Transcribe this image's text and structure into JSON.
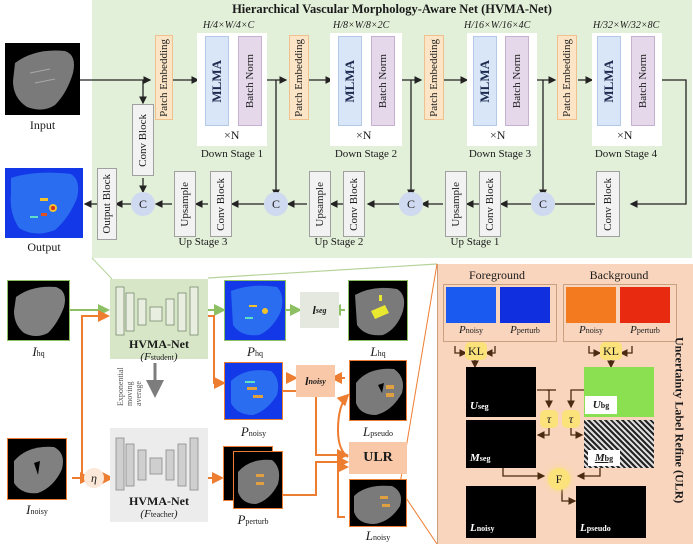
{
  "hvma": {
    "title": "Hierarchical Vascular Morphology-Aware Net (HVMA-Net)",
    "input_label": "Input",
    "output_label": "Output",
    "down_stages": [
      {
        "dims": "H/4×W/4×C",
        "label": "Down Stage 1"
      },
      {
        "dims": "H/8×W/8×2C",
        "label": "Down Stage 2"
      },
      {
        "dims": "H/16×W/16×4C",
        "label": "Down Stage 3"
      },
      {
        "dims": "H/32×W/32×8C",
        "label": "Down Stage 4"
      }
    ],
    "up_stages": [
      "Up Stage 3",
      "Up Stage 2",
      "Up Stage 1"
    ],
    "blocks": {
      "patch_embedding": "Patch Embedding",
      "mlma": "MLMA",
      "batch_norm": "Batch Norm",
      "conv_block": "Conv Block",
      "upsample": "Upsample",
      "output_block": "Output Block",
      "concat": "C",
      "repeat": "×N"
    }
  },
  "pipeline": {
    "i_hq": {
      "main": "I",
      "sub": "hq"
    },
    "i_noisy": {
      "main": "I",
      "sub": "noisy"
    },
    "eta": "η",
    "student": {
      "name": "HVMA-Net",
      "fn_main": "(F",
      "fn_sub": "student",
      "fn_close": ")"
    },
    "teacher": {
      "name": "HVMA-Net",
      "fn_main": "(F",
      "fn_sub": "teacher",
      "fn_close": ")"
    },
    "ema_label": [
      "Exponential",
      "moving",
      "average"
    ],
    "p_hq": {
      "main": "P",
      "sub": "hq"
    },
    "p_noisy": {
      "main": "P",
      "sub": "noisy"
    },
    "p_perturb": {
      "main": "P",
      "sub": "perturb"
    },
    "l_hq": {
      "main": "L",
      "sub": "hq"
    },
    "l_pseudo": {
      "main": "L",
      "sub": "pseudo"
    },
    "l_noisy": {
      "main": "L",
      "sub": "noisy"
    },
    "loss_seg": {
      "main": "l",
      "sub": "seg"
    },
    "loss_noisy": {
      "main": "l",
      "sub": "noisy"
    },
    "ulr": "ULR"
  },
  "ulr": {
    "title": "Uncertainty Label Refine (ULR)",
    "foreground": "Foreground",
    "background": "Background",
    "p_noisy": {
      "main": "P",
      "sub": "noisy"
    },
    "p_perturb": {
      "main": "P",
      "sub": "perturb"
    },
    "kl": "KL",
    "tau": "τ",
    "fuse": "F",
    "u_seg": {
      "main": "U",
      "sub": "seg"
    },
    "u_bg": {
      "main": "U",
      "sub": "bg"
    },
    "m_seg": {
      "main": "M",
      "sub": "seg"
    },
    "m_bg": {
      "main": "M",
      "sub": "bg"
    },
    "l_noisy": {
      "main": "L",
      "sub": "noisy"
    },
    "l_pseudo": {
      "main": "L",
      "sub": "pseudo"
    }
  },
  "colors": {
    "hvma_panel": "#e2efd9",
    "ulr_panel": "#f9d5bd",
    "green_arrow": "#8cc063",
    "orange_arrow": "#ed7d31",
    "patch_embedding": "#fce5c7",
    "mlma": "#d8e6f7",
    "batch_norm": "#e4d8ea",
    "concat": "#cfd9ef",
    "kl_node": "#fbe27a"
  }
}
